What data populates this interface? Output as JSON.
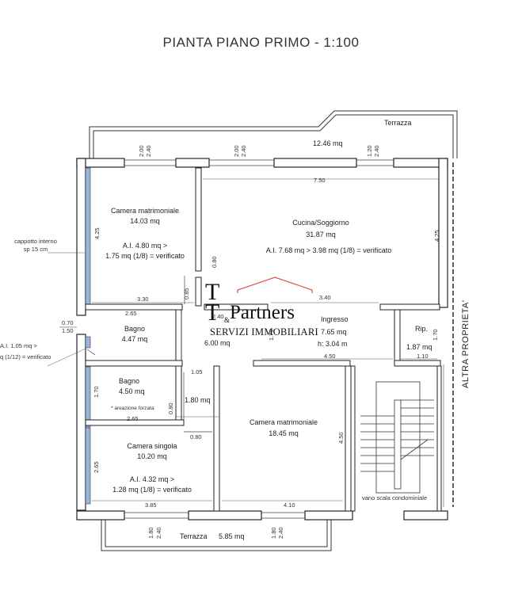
{
  "title": "PIANTA PIANO PRIMO - 1:100",
  "terrace_top": {
    "name": "Terrazza",
    "area": "12.46 mq"
  },
  "terrace_bottom": {
    "name": "Terrazza",
    "area": "5.85 mq"
  },
  "rooms": {
    "camera_matrimoniale_1": {
      "name": "Camera matrimoniale",
      "area": "14.03 mq",
      "ai_line1": "A.I. 4.80 mq >",
      "ai_line2": "1.75 mq (1/8) = verificato"
    },
    "cucina": {
      "name": "Cucina/Soggiorno",
      "area": "31.87 mq",
      "ai_line": "A.I. 7.68 mq > 3.98 mq (1/8) = verificato"
    },
    "bagno_1": {
      "name": "Bagno",
      "area": "4.47 mq"
    },
    "disimpegno": {
      "area": "6.00 mq"
    },
    "ingresso": {
      "name": "Ingresso",
      "area": "7.65 mq",
      "height": "h: 3.04 m"
    },
    "ripostiglio": {
      "name": "Rip.",
      "area": "1.87 mq"
    },
    "bagno_2": {
      "name": "Bagno",
      "area": "4.50 mq",
      "note": "* areazione forzata"
    },
    "closet": {
      "area": "1.80 mq"
    },
    "camera_matrimoniale_2": {
      "name": "Camera matrimoniale",
      "area": "18.45 mq"
    },
    "camera_singola": {
      "name": "Camera singola",
      "area": "10.20 mq",
      "ai_line1": "A.I. 4.32 mq >",
      "ai_line2": "1.28 mq (1/8) = verificato"
    },
    "stair": {
      "name": "vano scala condominiale"
    }
  },
  "annotations": {
    "cappotto_line1": "cappotto interno",
    "cappotto_line2": "sp 15 cm",
    "bagno_ai_line1": "A.I. 1.05 mq >",
    "bagno_ai_line2": "q (1/12) = verificato",
    "altra_proprieta": "ALTRA PROPRIETA'"
  },
  "dims": {
    "w1_h": "2.00",
    "w1_s": "2.40",
    "w2_h": "2.00",
    "w2_s": "2.40",
    "w3_h": "1.20",
    "w3_s": "2.40",
    "kitchen_width": "7.50",
    "kitchen_depth": "4.25",
    "bedroom1_depth": "4.25",
    "bedroom1_width": "3.30",
    "d085": "0.85",
    "d080a": "0.80",
    "d265a": "2.65",
    "d240": "2.40",
    "d340": "3.40",
    "d070": "0.70",
    "d150": "1.50",
    "d170a": "1.70",
    "d170b": "1.70",
    "d450h": "4.50",
    "d110": "1.10",
    "d105": "1.05",
    "d080b": "0.80",
    "d170c": "1.70",
    "d265b": "2.65",
    "d080c": "0.80",
    "d265c": "2.65",
    "d450v": "4.50",
    "d385": "3.85",
    "d410": "4.10",
    "w4_h": "1.80",
    "w4_s": "2.40",
    "w5_h": "1.80",
    "w5_s": "2.40"
  },
  "logo": {
    "letter_top": "T",
    "letter_bottom": "T",
    "amp": "&",
    "word": "Partners",
    "subtitle": "SERVIZI IMMOBILIARI",
    "roof_color": "#d9534f"
  }
}
